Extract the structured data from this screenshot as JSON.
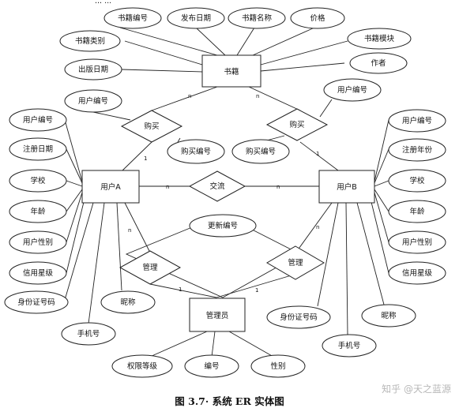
{
  "header_fragment": "... ...",
  "entities": {
    "book": "书籍",
    "user_a": "用户A",
    "user_b": "用户B",
    "admin": "管理员"
  },
  "relationships": {
    "buy_left": "购买",
    "buy_right": "购买",
    "exchange": "交流",
    "manage_left": "管理",
    "manage_right": "管理"
  },
  "book_attributes": [
    "书籍编号",
    "发布日期",
    "书籍名称",
    "价格",
    "书籍类别",
    "书籍模块",
    "出版日期",
    "作者"
  ],
  "user_a_attributes": [
    "用户编号",
    "注册日期",
    "学校",
    "年龄",
    "用户性别",
    "信用星级",
    "身份证号码",
    "手机号",
    "昵称"
  ],
  "user_b_attributes": [
    "用户编号",
    "注册年份",
    "学校",
    "年龄",
    "用户性别",
    "信用星级",
    "身份证号码",
    "手机号",
    "昵称"
  ],
  "admin_attributes": [
    "权限等级",
    "编号",
    "性别"
  ],
  "relationship_attributes": {
    "buy_left_user_id": "用户编号",
    "buy_left_purchase_id": "购买编号",
    "buy_right_user_id": "用户编号",
    "buy_right_purchase_id": "购买编号",
    "update_id": "更新编号"
  },
  "cardinality": {
    "one": "1",
    "many": "n"
  },
  "caption": "图 3.7· 系统 ER 实体图",
  "watermark": "知乎 @天之蓝源"
}
